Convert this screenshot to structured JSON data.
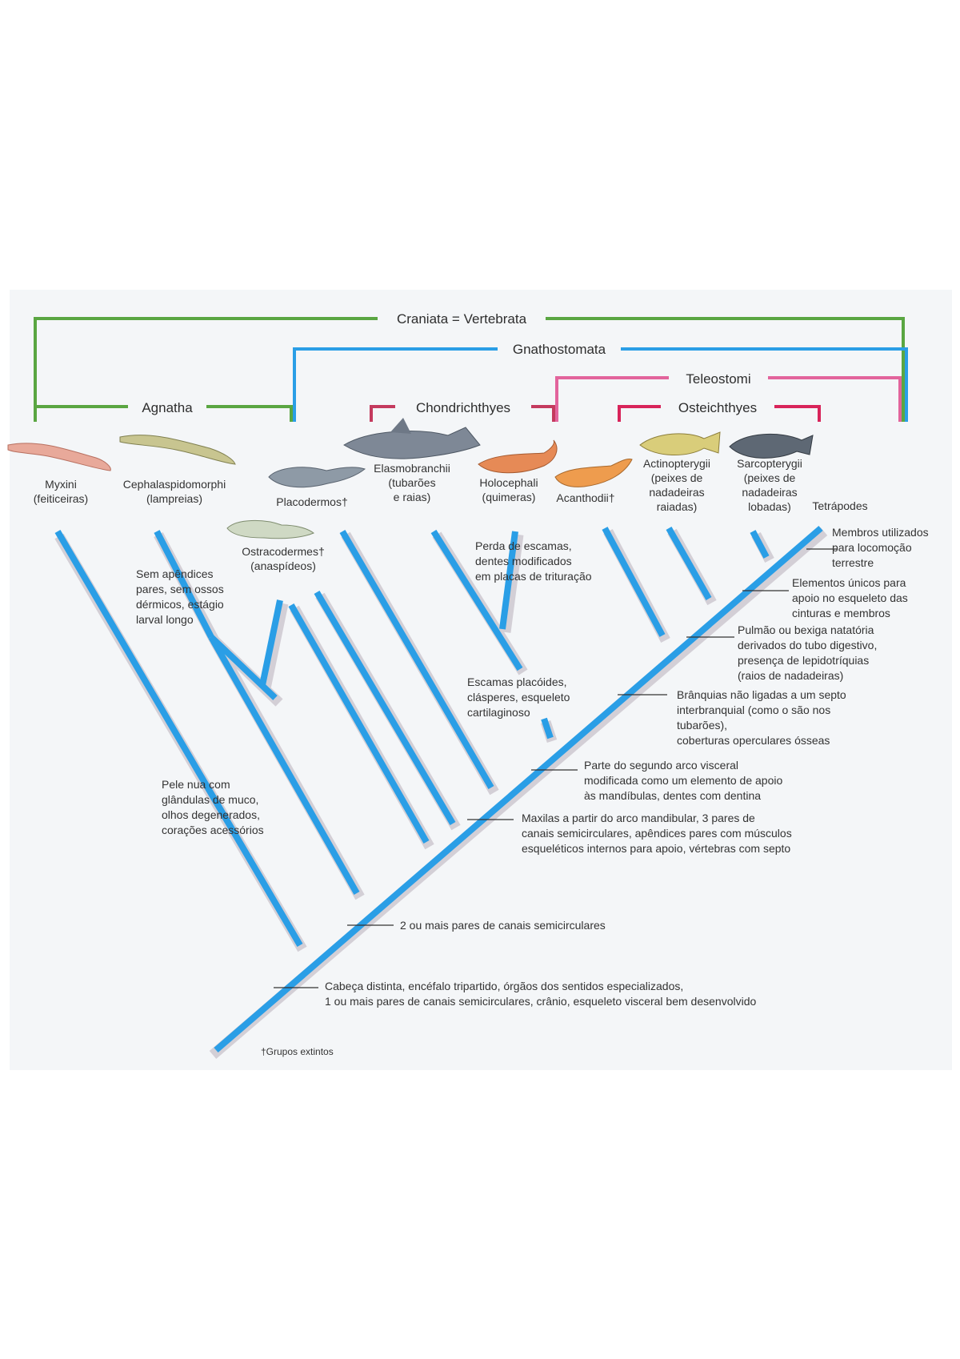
{
  "groups": {
    "craniata": "Craniata = Vertebrata",
    "gnathostomata": "Gnathostomata",
    "teleostomi": "Teleostomi",
    "agnatha": "Agnatha",
    "chondrichthyes": "Chondrichthyes",
    "osteichthyes": "Osteichthyes"
  },
  "colors": {
    "craniata": "#5aa642",
    "gnathostomata": "#2a9ee6",
    "teleostomi": "#e2649c",
    "chondrichthyes": "#c43a5e",
    "osteichthyes": "#d8245a",
    "branch": "#2a9ee6"
  },
  "taxa": [
    {
      "id": "myxini",
      "lines": [
        "Myxini",
        "(feiticeiras)"
      ]
    },
    {
      "id": "cephalaspidomorphi",
      "lines": [
        "Cephalaspidomorphi",
        "(lampreias)"
      ]
    },
    {
      "id": "placodermos",
      "lines": [
        "Placodermos†"
      ]
    },
    {
      "id": "ostracodermes",
      "lines": [
        "Ostracodermes†",
        "(anaspídeos)"
      ]
    },
    {
      "id": "elasmobranchii",
      "lines": [
        "Elasmobranchii",
        "(tubarões",
        "e raias)"
      ]
    },
    {
      "id": "holocephali",
      "lines": [
        "Holocephali",
        "(quimeras)"
      ]
    },
    {
      "id": "acanthodii",
      "lines": [
        "Acanthodii†"
      ]
    },
    {
      "id": "actinopterygii",
      "lines": [
        "Actinopterygii",
        "(peixes de",
        "nadadeiras",
        "raiadas)"
      ]
    },
    {
      "id": "sarcopterygii",
      "lines": [
        "Sarcopterygii",
        "(peixes de",
        "nadadeiras",
        "lobadas)"
      ]
    },
    {
      "id": "tetrapodes",
      "lines": [
        "Tetrápodes"
      ]
    }
  ],
  "notes": [
    {
      "id": "membros",
      "lines": [
        "Membros utilizados",
        "para locomoção",
        "terrestre"
      ]
    },
    {
      "id": "elementos",
      "lines": [
        "Elementos únicos para",
        "apoio no esqueleto das",
        "cinturas e membros"
      ]
    },
    {
      "id": "pulmao",
      "lines": [
        "Pulmão ou bexiga natatória",
        "derivados do tubo digestivo,",
        "presença de lepidotríquias",
        "(raios de nadadeiras)"
      ]
    },
    {
      "id": "branquias",
      "lines": [
        "Brânquias não ligadas a um septo",
        "interbranquial (como o são nos",
        "tubarões),",
        "coberturas operculares ósseas"
      ]
    },
    {
      "id": "arco",
      "lines": [
        "Parte do segundo arco visceral",
        "modificada como um elemento de apoio",
        "às mandíbulas, dentes com dentina"
      ]
    },
    {
      "id": "maxilas",
      "lines": [
        "Maxilas a partir do arco mandibular, 3 pares de",
        "canais semicirculares, apêndices pares com músculos",
        "esqueléticos internos para apoio, vértebras com septo"
      ]
    },
    {
      "id": "canais2",
      "lines": [
        "2 ou mais pares de canais semicirculares"
      ]
    },
    {
      "id": "cabeca",
      "lines": [
        "Cabeça distinta, encéfalo tripartido, órgãos dos sentidos especializados,",
        "1 ou mais pares de canais semicirculares, crânio, esqueleto visceral bem desenvolvido"
      ]
    },
    {
      "id": "perda",
      "lines": [
        "Perda de escamas,",
        "dentes modificados",
        "em placas de trituração"
      ]
    },
    {
      "id": "escamas",
      "lines": [
        "Escamas placóides,",
        "clásperes, esqueleto",
        "cartilaginoso"
      ]
    },
    {
      "id": "pele",
      "lines": [
        "Pele nua com",
        "glândulas de muco,",
        "olhos degenerados,",
        "corações acessórios"
      ]
    },
    {
      "id": "sem",
      "lines": [
        "Sem apêndices",
        "pares, sem ossos",
        "dérmicos, estágio",
        "larval longo"
      ]
    }
  ],
  "footnote": "†Grupos extintos"
}
